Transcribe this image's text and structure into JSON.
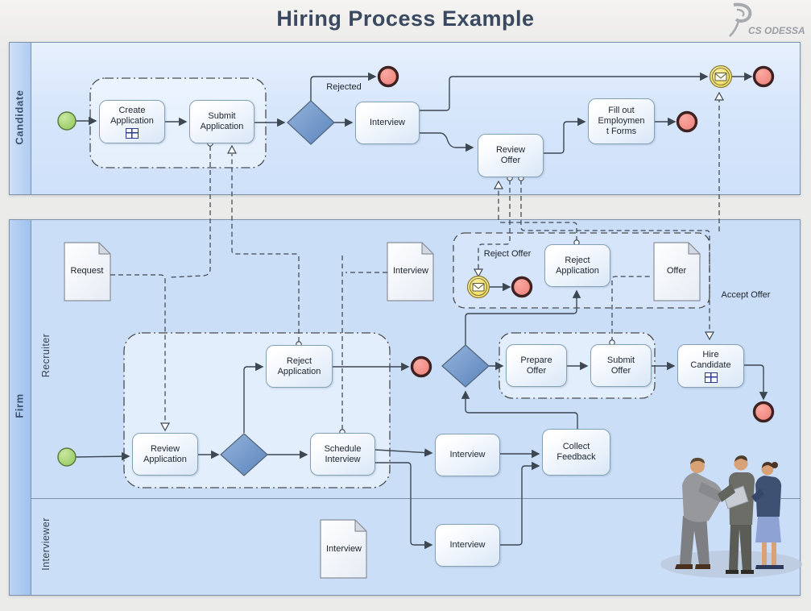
{
  "title": "Hiring Process Example",
  "logo": {
    "text": "CS ODESSA",
    "swirl_icon": "tornado-swirl"
  },
  "pools": {
    "candidate": {
      "label": "Candidate"
    },
    "firm": {
      "label": "Firm",
      "lanes": {
        "recruiter": "Recruiter",
        "interviewer": "Interviewer"
      }
    }
  },
  "tasks": {
    "create_application": "Create\nApplication",
    "submit_application": "Submit\nApplication",
    "interview_candidate": "Interview",
    "review_offer": "Review\nOffer",
    "fill_out_forms": "Fill out\nEmploymen\nt Forms",
    "review_application": "Review\nApplication",
    "reject_application": "Reject\nApplication",
    "schedule_interview": "Schedule\nInterview",
    "reject_application_offer": "Reject\nApplication",
    "prepare_offer": "Prepare\nOffer",
    "submit_offer": "Submit\nOffer",
    "hire_candidate": "Hire\nCandidate",
    "interview_recruiter": "Interview",
    "collect_feedback": "Collect\nFeedback",
    "interview_interviewer": "Interview"
  },
  "flow_labels": {
    "rejected": "Rejected",
    "reject_offer": "Reject Offer",
    "accept_offer": "Accept Offer"
  },
  "documents": {
    "request": "Request",
    "interview_recruiter": "Interview",
    "offer": "Offer",
    "interview_interviewer": "Interview"
  },
  "events": {
    "start": "start-event",
    "end": "end-event",
    "message_intermediate": "message-intermediate-event"
  },
  "colors": {
    "candidate_lane": "#d6e6fb",
    "firm_lane": "#cadef8",
    "gateway": "#6d93c9",
    "start_event": "#a6d96e",
    "end_event": "#f0837c",
    "message_event": "#f2df5e",
    "connector": "#3d4752",
    "title_text": "#3a4960"
  }
}
